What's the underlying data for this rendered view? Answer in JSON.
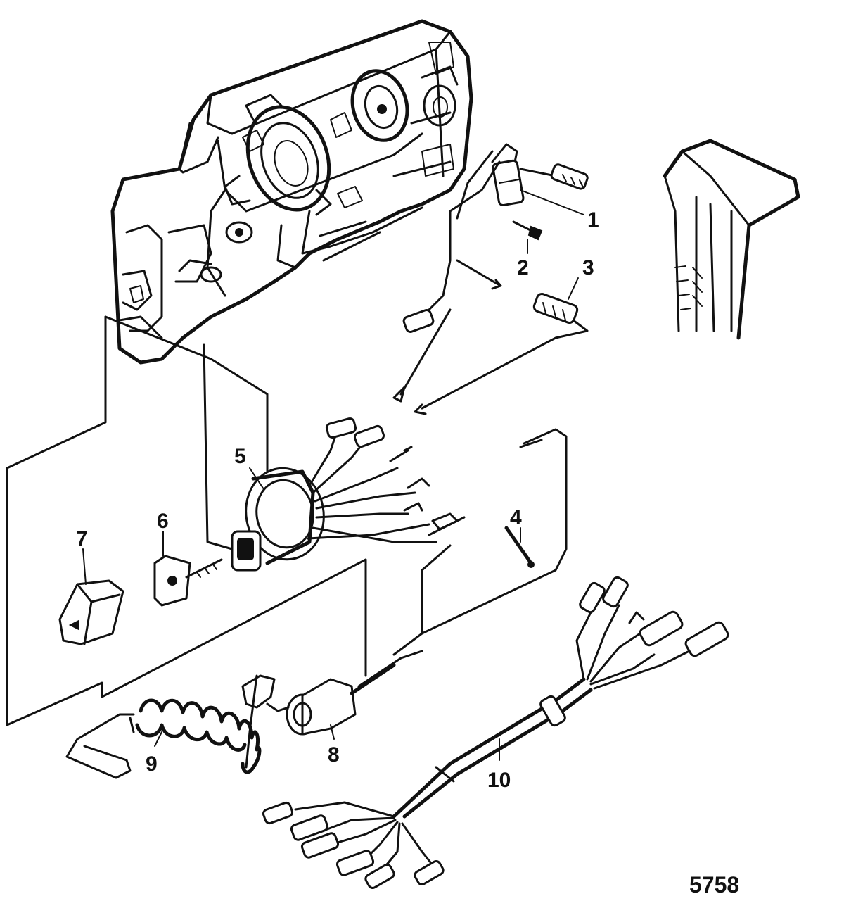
{
  "figure_number": "5758",
  "callouts": [
    {
      "label": "1"
    },
    {
      "label": "2"
    },
    {
      "label": "3"
    },
    {
      "label": "4"
    },
    {
      "label": "5"
    },
    {
      "label": "6"
    },
    {
      "label": "7"
    },
    {
      "label": "8"
    },
    {
      "label": "9"
    },
    {
      "label": "10"
    }
  ]
}
